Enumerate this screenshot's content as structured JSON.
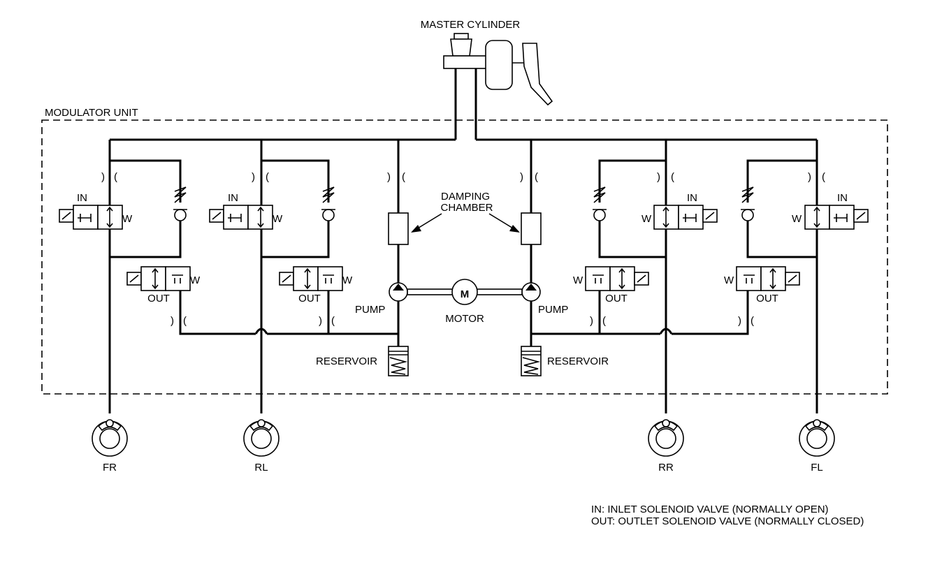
{
  "labels": {
    "master_cylinder": "MASTER CYLINDER",
    "modulator_unit": "MODULATOR UNIT",
    "damping_chamber_line1": "DAMPING",
    "damping_chamber_line2": "CHAMBER",
    "pump_left": "PUMP",
    "pump_right": "PUMP",
    "motor": "MOTOR",
    "motor_symbol": "M",
    "reservoir_left": "RESERVOIR",
    "reservoir_right": "RESERVOIR",
    "valve_in": "IN",
    "valve_out": "OUT",
    "solenoid_w": "W",
    "orifice_open": ")",
    "orifice_close": "("
  },
  "wheels": [
    "FR",
    "RL",
    "RR",
    "FL"
  ],
  "notes": [
    "IN: INLET SOLENOID VALVE (NORMALLY OPEN)",
    "OUT: OUTLET SOLENOID VALVE (NORMALLY CLOSED)"
  ]
}
